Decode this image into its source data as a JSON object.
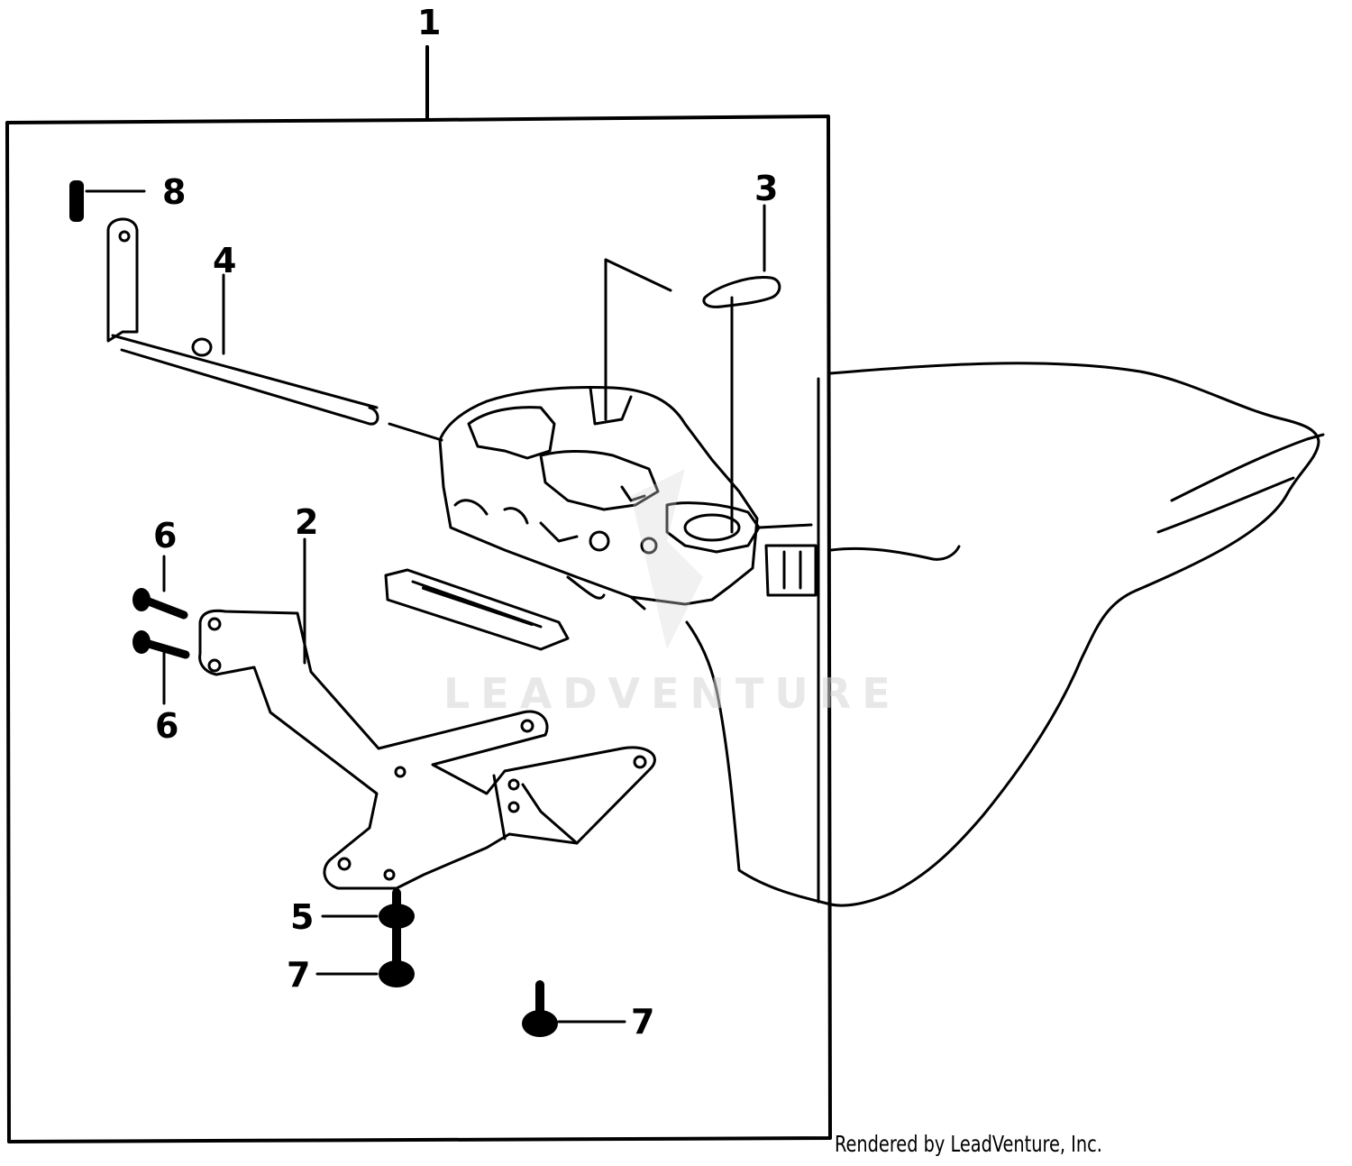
{
  "callouts": [
    {
      "id": "1",
      "label": "1"
    },
    {
      "id": "2",
      "label": "2"
    },
    {
      "id": "3",
      "label": "3"
    },
    {
      "id": "4",
      "label": "4"
    },
    {
      "id": "5",
      "label": "5"
    },
    {
      "id": "6a",
      "label": "6"
    },
    {
      "id": "6b",
      "label": "6"
    },
    {
      "id": "7a",
      "label": "7"
    },
    {
      "id": "7b",
      "label": "7"
    },
    {
      "id": "8",
      "label": "8"
    }
  ],
  "watermark": "LEADVENTURE",
  "credit": "Rendered by LeadVenture, Inc.",
  "colors": {
    "ink": "#000000",
    "paper": "#ffffff",
    "watermark": "#d6d6d6"
  }
}
